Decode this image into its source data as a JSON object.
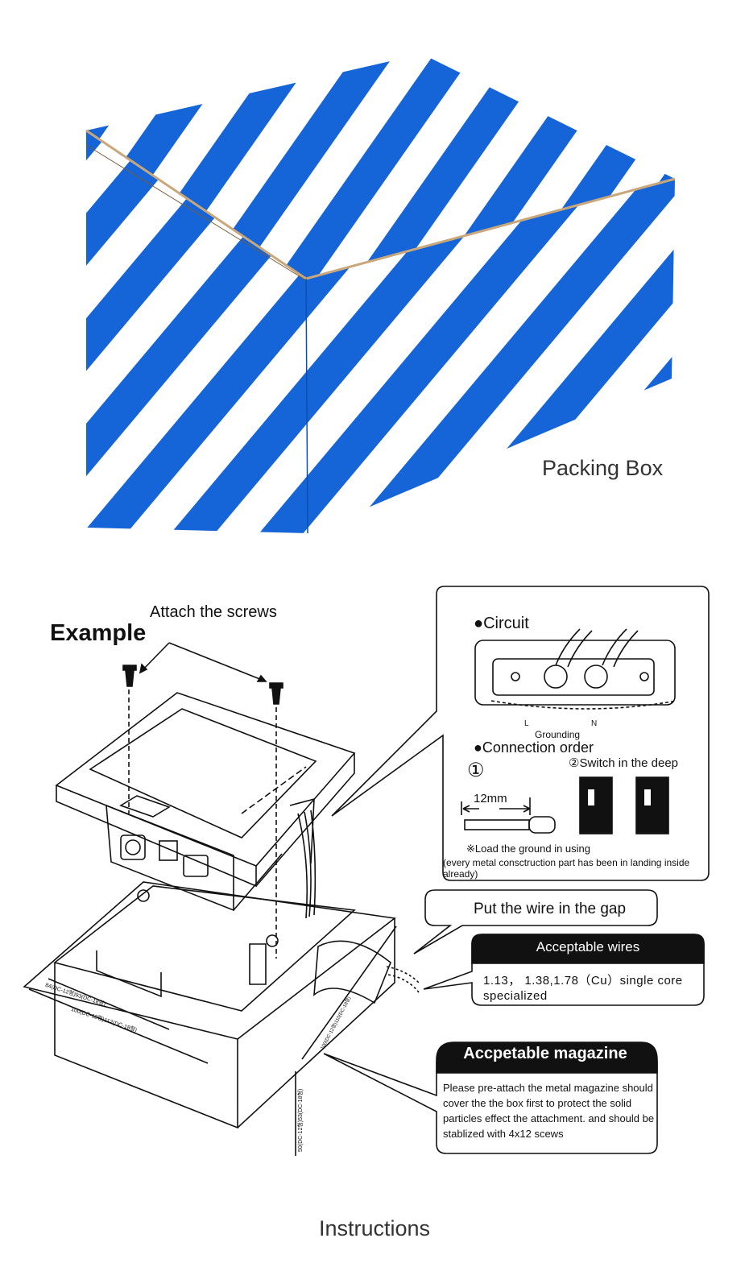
{
  "packing": {
    "caption": "Packing Box"
  },
  "instructions": {
    "title": "Example",
    "attach_screws": "Attach the screws",
    "circuit": "●Circuit",
    "grounding": "Grounding",
    "l_label": "L",
    "n_label": "N",
    "connection_order": "●Connection order",
    "step1": "①",
    "step2": "②Switch in the deep",
    "strip_length": "12mm",
    "load_ground": "※Load the ground in using",
    "metal_note": "(every metal consctruction part has been in landing inside already)",
    "put_wire": "Put the wire in the gap",
    "acceptable_wires_title": "Acceptable wires",
    "acceptable_wires_body": "1.13，  1.38,1.78（Cu）single core specialized",
    "magazine_title": "Accpetable magazine",
    "magazine_body": "Please pre-attach the metal magazine should cover the the box first to protect the solid particles effect the attachment. and should be stablized with 4x12 scews",
    "dim_84": "84(DC-12형)93(DC-18형)",
    "dim_100": "100(DC-12형)112(DC-18형)",
    "dim_50": "50(DC-12형)53(DC-18형)",
    "dim_side": "100(DC-12형)110(DC-18형)",
    "caption": "Instructions"
  },
  "colors": {
    "stripe_blue": "#1565d8",
    "ink": "#111111"
  }
}
